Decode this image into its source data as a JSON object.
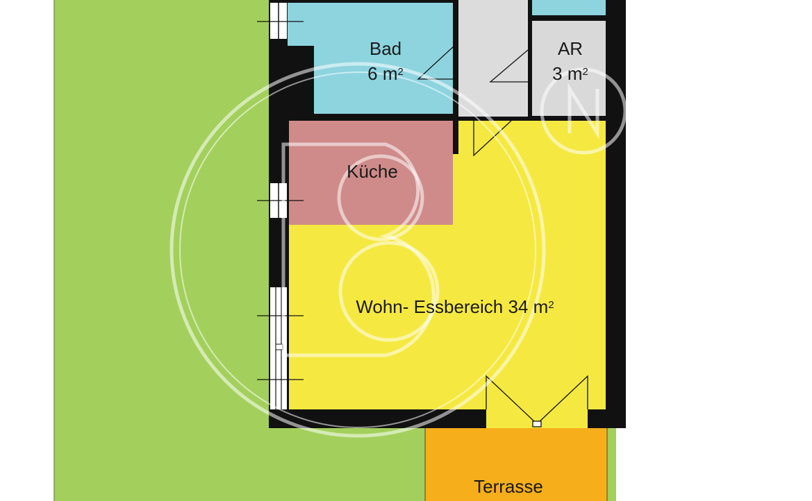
{
  "floor_plan": {
    "rooms": [
      {
        "name": "Bad",
        "area_value": "6",
        "area_unit": "m",
        "area_exp": "2",
        "color": "#8dd4df"
      },
      {
        "name": "AR",
        "area_value": "3",
        "area_unit": "m",
        "area_exp": "2",
        "color": "#d9d9d9"
      },
      {
        "name": "Küche",
        "color": "#cf8b89"
      },
      {
        "name": "Wohn- Essbereich",
        "area_value": "34",
        "area_unit": "m",
        "area_exp": "2",
        "color": "#f5e941"
      },
      {
        "name": "Terrasse",
        "color": "#f6ae1b"
      }
    ],
    "garden_color": "#a3d05c",
    "hallway_color": "#dcdcdc",
    "wall_color": "#111111",
    "watermark": "B3N"
  }
}
